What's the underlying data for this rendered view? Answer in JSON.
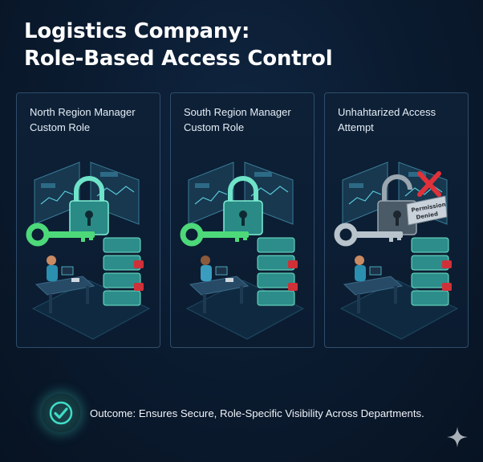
{
  "title": {
    "line1": "Logistics Company:",
    "line2": "Role-Based Access Control"
  },
  "panels": [
    {
      "label_line1": "North Region Manager",
      "label_line2": "Custom Role",
      "key_color": "#4dd97a",
      "lock_color": "#6fe3c8",
      "access": "granted"
    },
    {
      "label_line1": "South Region Manager",
      "label_line2": "Custom Role",
      "key_color": "#4dd97a",
      "lock_color": "#6fe3c8",
      "access": "granted"
    },
    {
      "label_line1": "Unhahtarized Access",
      "label_line2": "Attempt",
      "key_color": "#b8c3cc",
      "lock_color": "#9aa6b0",
      "access": "denied",
      "sign_line1": "Permission",
      "sign_line2": "Denied"
    }
  ],
  "outcome": {
    "text": "Outcome: Ensures Secure, Role-Specific Visibility Across Departments.",
    "icon": "check-circle-icon"
  },
  "colors": {
    "background": "#0a1a2e",
    "teal_accent": "#40dcc8",
    "deny_red": "#e0313a"
  }
}
